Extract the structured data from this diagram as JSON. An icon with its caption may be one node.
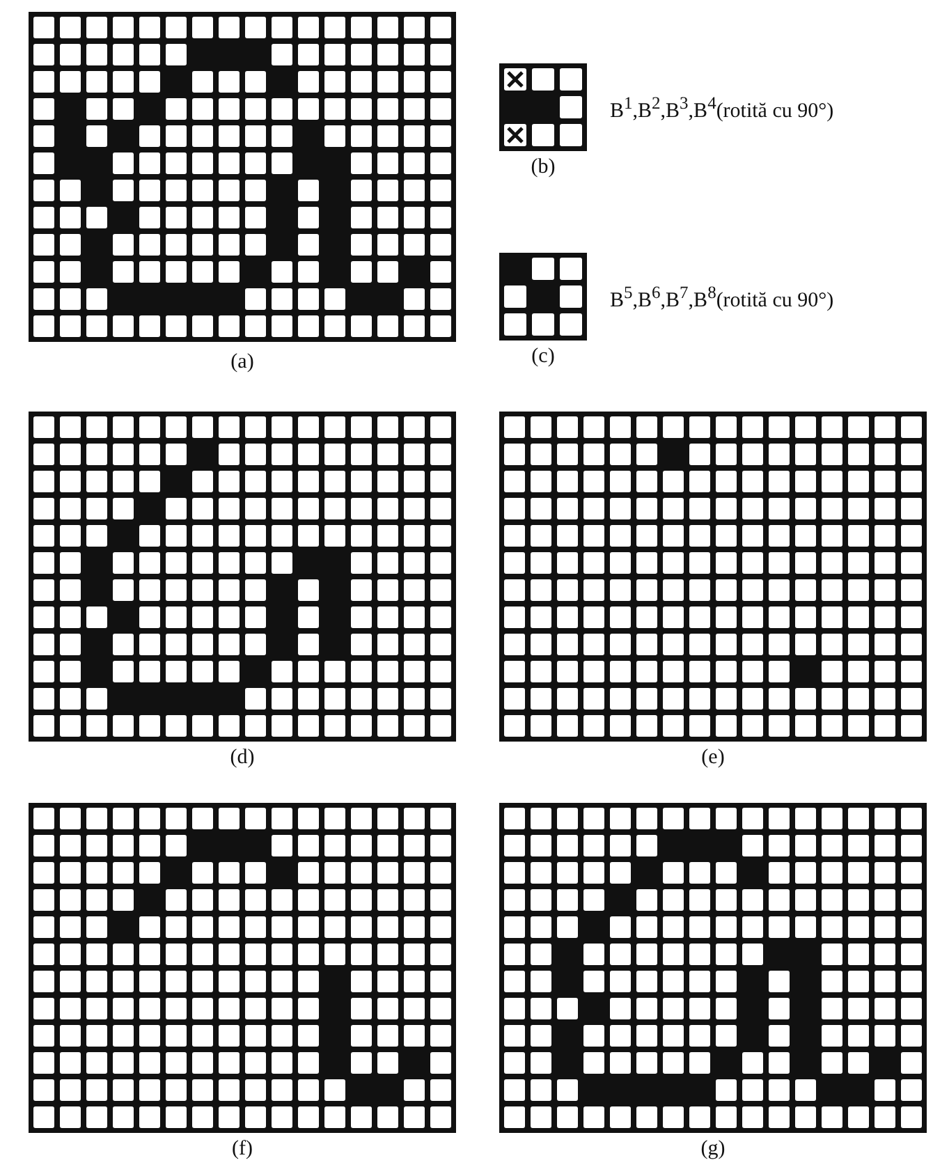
{
  "diagram": {
    "labels": [
      "(a)",
      "(b)",
      "B$^{1}$,B$^{2}$,B$^{3}$,B$^{4}$(rotită cu 90°)",
      "(c)",
      "B$^{5}$,B$^{6}$,B$^{7}$,B$^{8}$(rotită cu 90°)",
      "(d)",
      "(e)",
      "(f)",
      "(g)"
    ]
  }
}
